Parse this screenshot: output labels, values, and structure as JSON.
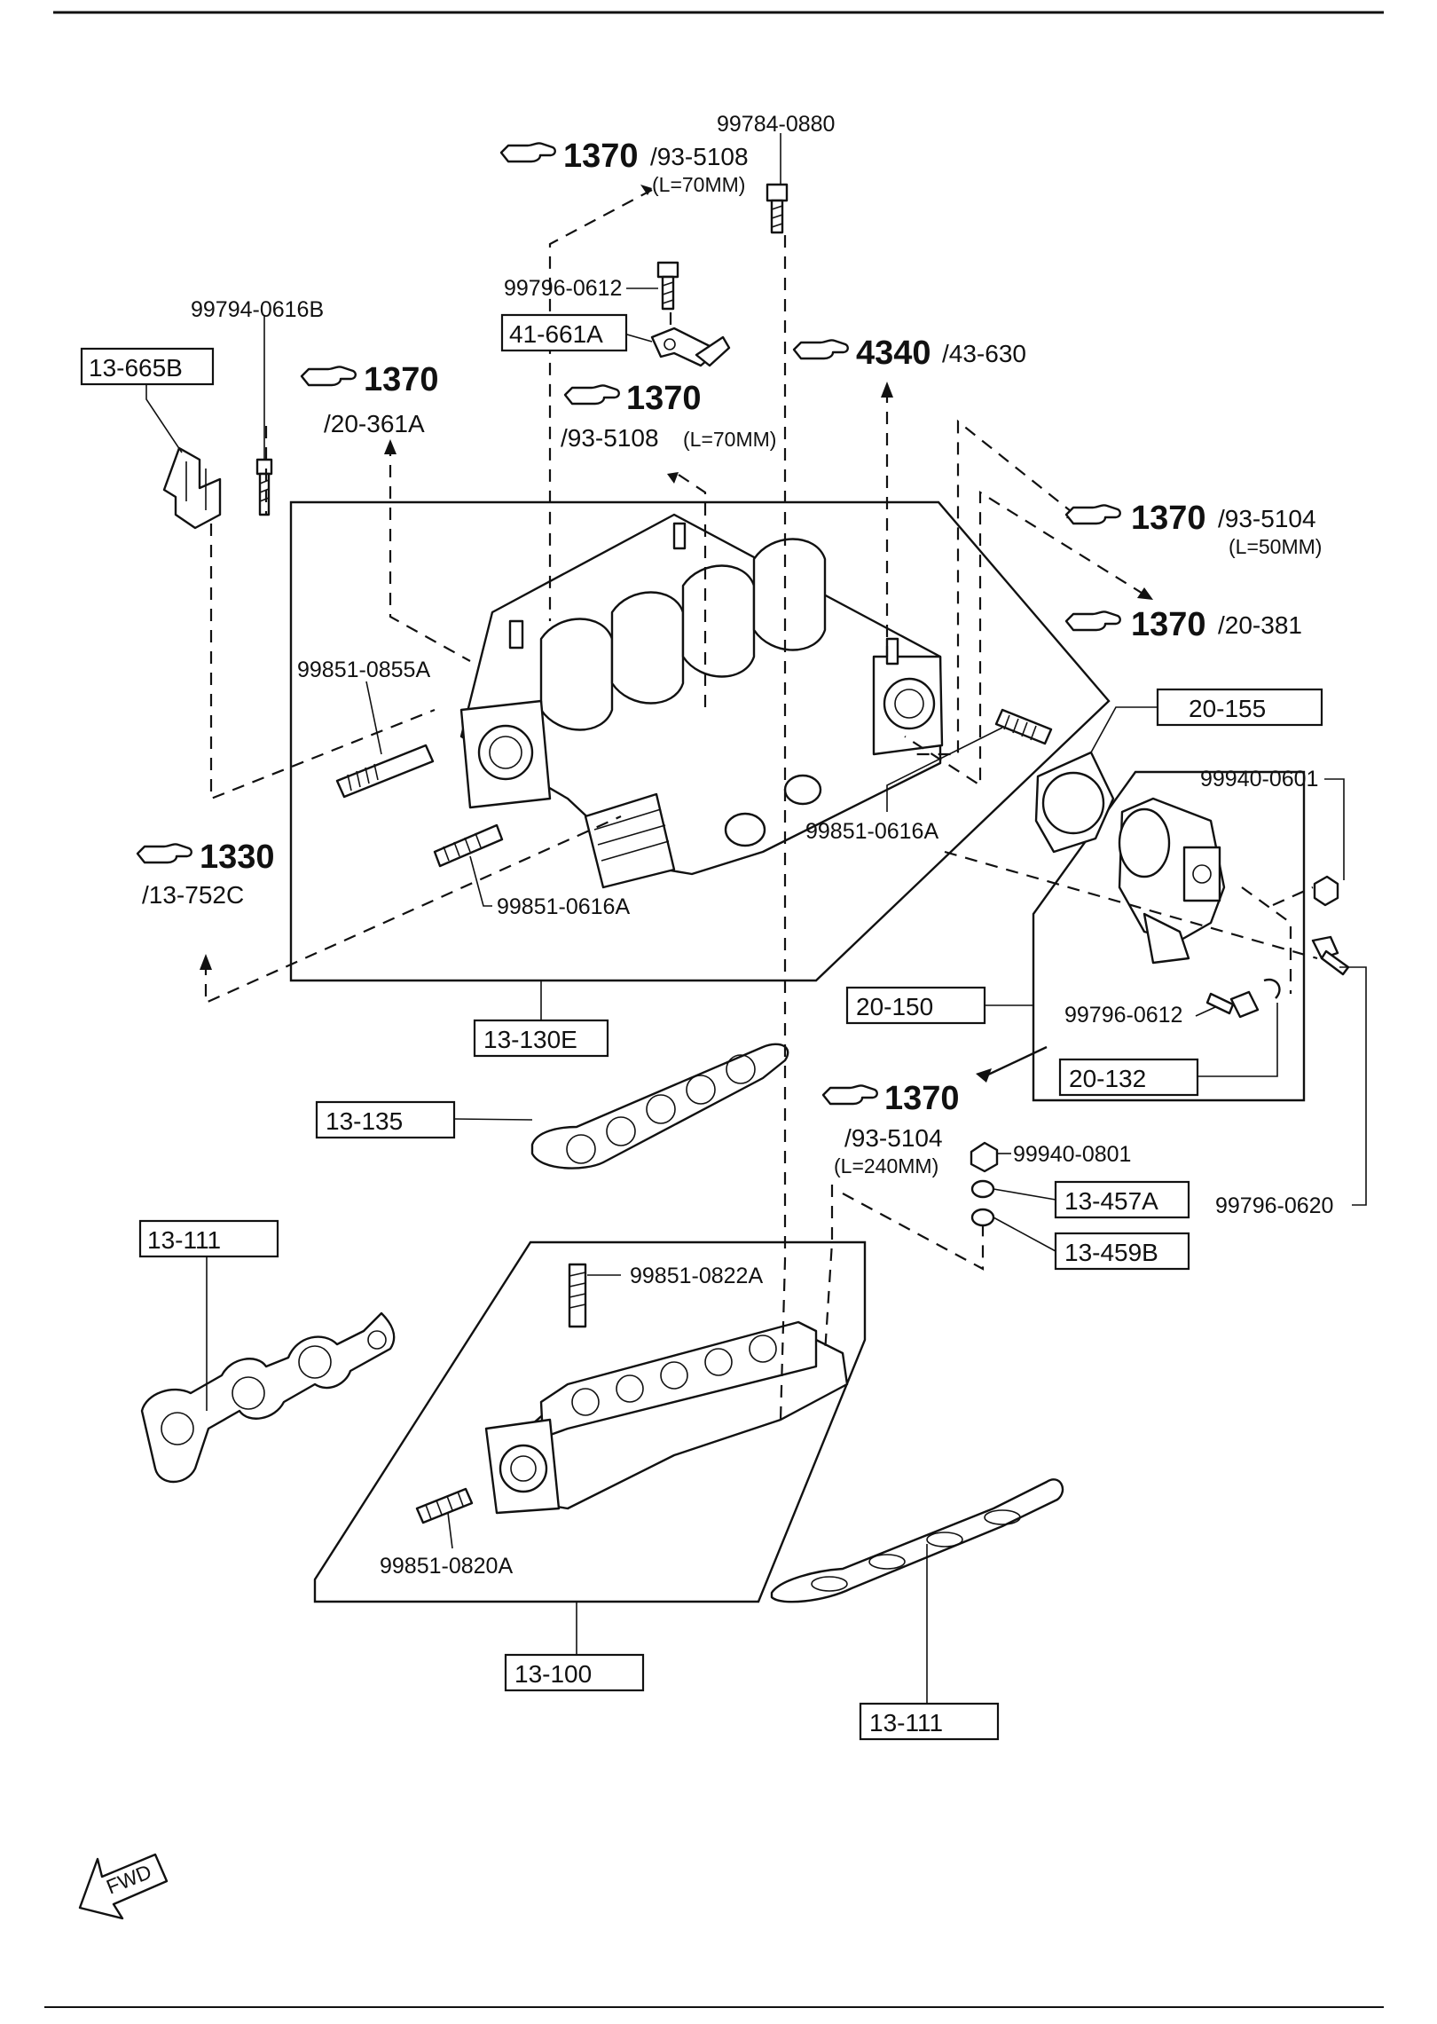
{
  "diagram": {
    "boxed_labels": {
      "b_13_665B": "13-665B",
      "b_41_661A": "41-661A",
      "b_20_155": "20-155",
      "b_20_150": "20-150",
      "b_20_132": "20-132",
      "b_13_130E": "13-130E",
      "b_13_135": "13-135",
      "b_13_111a": "13-111",
      "b_13_457A": "13-457A",
      "b_13_459B": "13-459B",
      "b_13_100": "13-100",
      "b_13_111b": "13-111"
    },
    "part_numbers": {
      "p_99784_0880": "99784-0880",
      "p_99796_0612a": "99796-0612",
      "p_99794_0616B": "99794-0616B",
      "p_99851_0855A": "99851-0855A",
      "p_99851_0616A_r": "99851-0616A",
      "p_99851_0616A_l": "99851-0616A",
      "p_99940_0601": "99940-0601",
      "p_99796_0612b": "99796-0612",
      "p_99940_0801": "99940-0801",
      "p_99796_0620": "99796-0620",
      "p_99851_0822A": "99851-0822A",
      "p_99851_0820A": "99851-0820A"
    },
    "refs": {
      "r1": {
        "num": "1370",
        "ref": "/93-5108",
        "note": "(L=70MM)"
      },
      "r2": {
        "num": "1370",
        "ref": "/20-361A"
      },
      "r3": {
        "num": "1370",
        "ref": "/93-5108",
        "note": "(L=70MM)"
      },
      "r4": {
        "num": "4340",
        "ref": "/43-630"
      },
      "r5": {
        "num": "1370",
        "ref": "/93-5104",
        "note": "(L=50MM)"
      },
      "r6": {
        "num": "1370",
        "ref": "/20-381"
      },
      "r7": {
        "num": "1330",
        "ref": "/13-752C"
      },
      "r8": {
        "num": "1370",
        "ref": "/93-5104",
        "note": "(L=240MM)"
      }
    },
    "fwd_label": "FWD"
  }
}
